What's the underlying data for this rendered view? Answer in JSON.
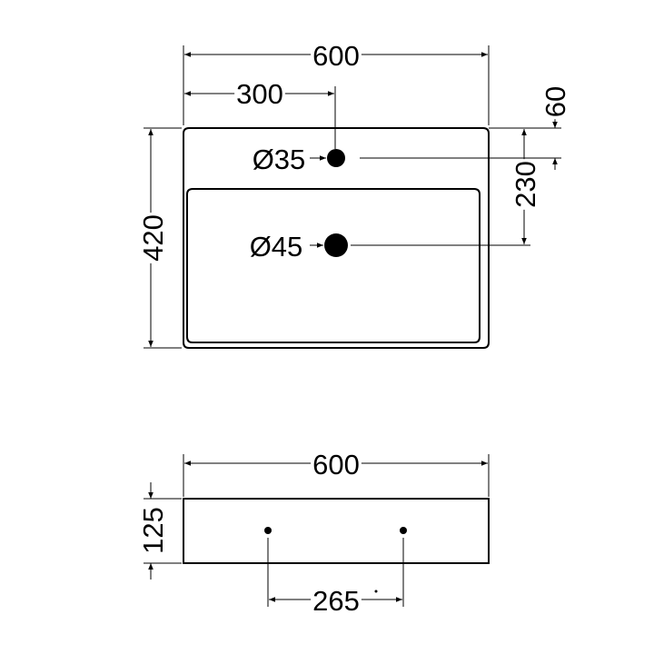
{
  "top_view": {
    "overall_width": "600",
    "tap_offset": "300",
    "overflow_offset": "60",
    "drain_offset": "230",
    "overall_depth": "420",
    "tap_hole_diameter": "Ø35",
    "drain_diameter": "Ø45"
  },
  "front_view": {
    "overall_width": "600",
    "height": "125",
    "hole_spacing": "265"
  },
  "colors": {
    "line": "#000000",
    "background": "#ffffff"
  }
}
